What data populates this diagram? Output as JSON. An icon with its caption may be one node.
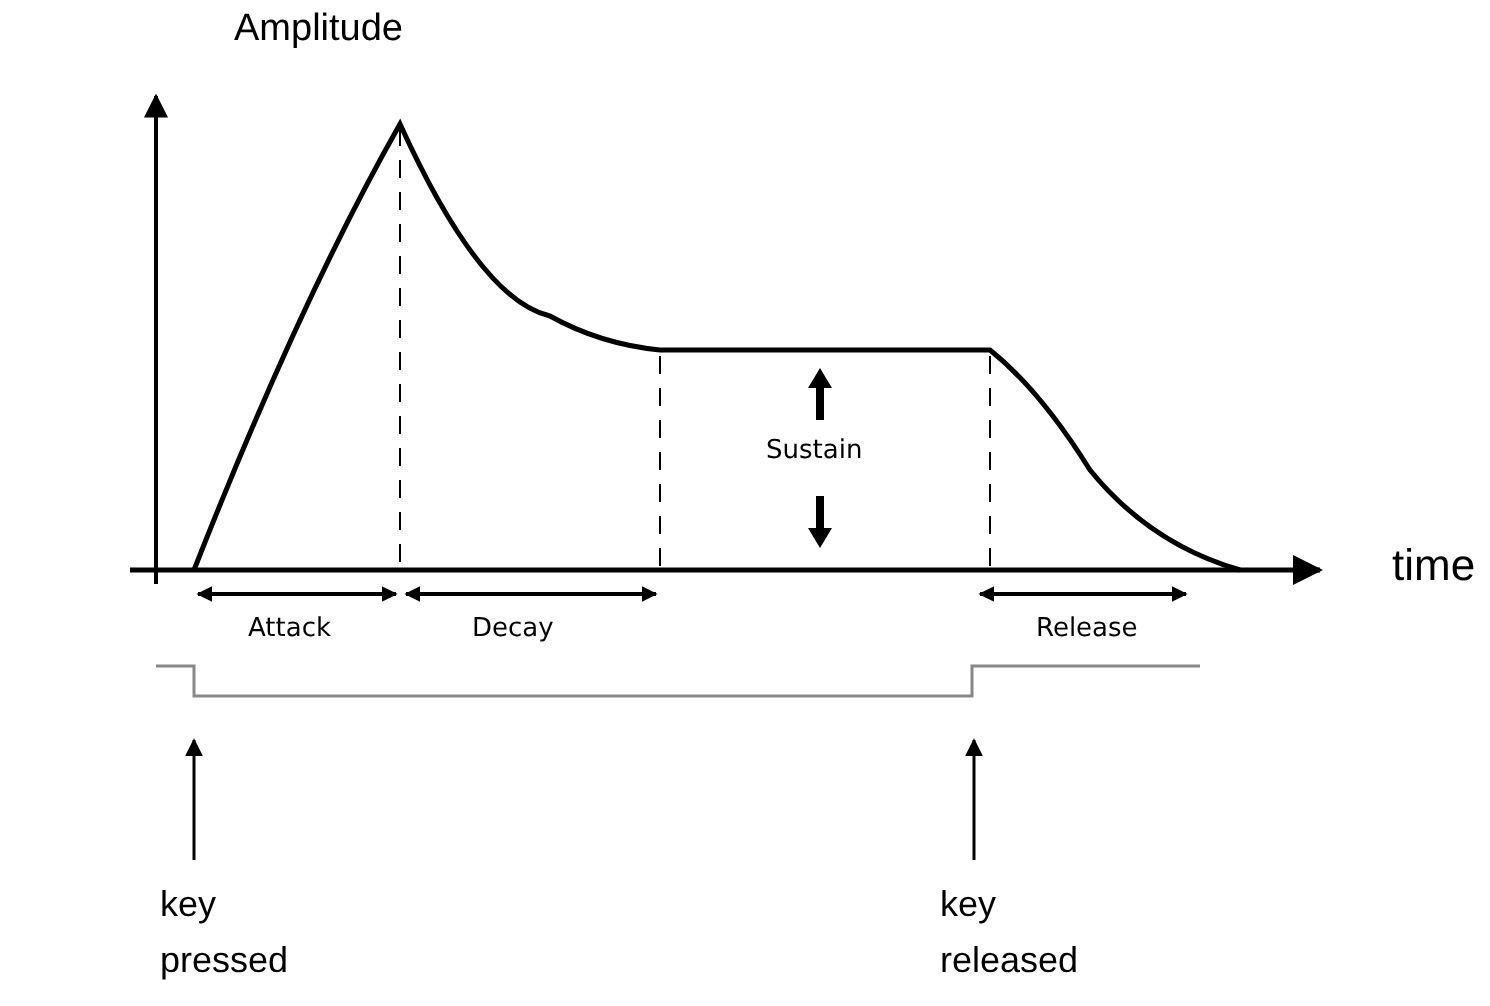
{
  "diagram": {
    "nodes": [
      {
        "text": [
          "key pressed"
        ]
      },
      {
        "text": [
          "key released"
        ]
      }
    ],
    "edges": [
      {
        "from": 0,
        "to": null,
        "arrow": "to"
      },
      {
        "from": 1,
        "to": null,
        "arrow": "to"
      }
    ],
    "labels": [
      "Amplitude",
      "Sustain",
      "time",
      "Attack",
      "Decay",
      "Release"
    ]
  }
}
